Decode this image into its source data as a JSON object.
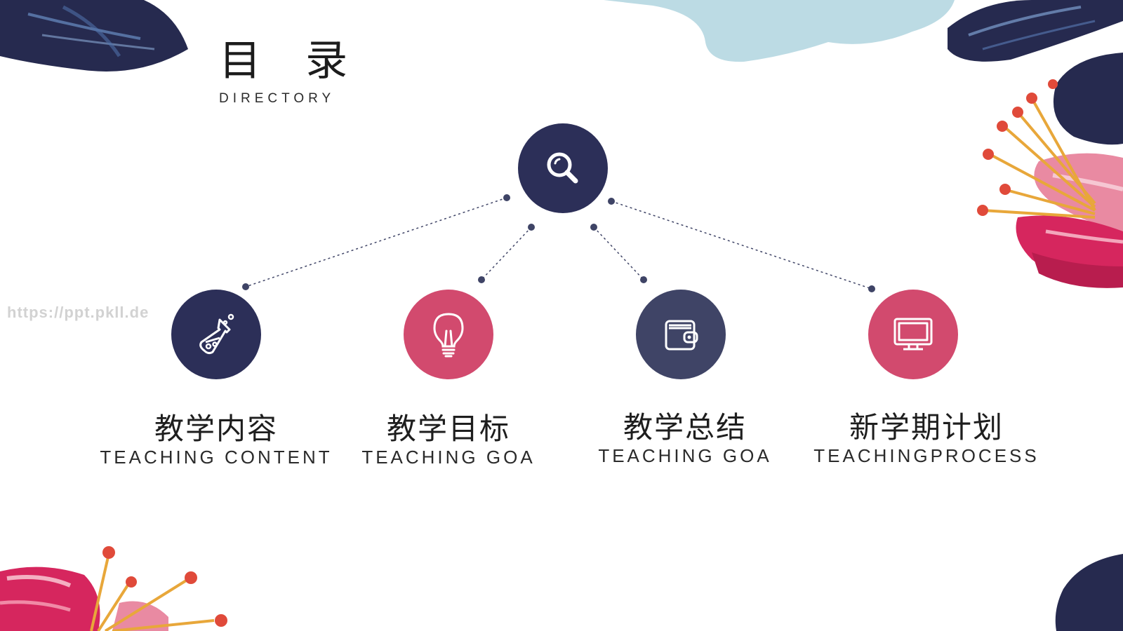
{
  "title": {
    "cn": "目 录",
    "en": "DIRECTORY"
  },
  "watermark": "https://ppt.pkll.de",
  "hub": {
    "icon": "search-icon"
  },
  "items": [
    {
      "cn": "教学内容",
      "en": "TEACHING CONTENT",
      "icon": "flask-icon",
      "color": "#2c2f58"
    },
    {
      "cn": "教学目标",
      "en": "TEACHING GOA",
      "icon": "lightbulb-icon",
      "color": "#d24a6e"
    },
    {
      "cn": "教学总结",
      "en": "TEACHING GOA",
      "icon": "wallet-icon",
      "color": "#3f4466"
    },
    {
      "cn": "新学期计划",
      "en": "TEACHINGPROCESS",
      "icon": "monitor-icon",
      "color": "#d24a6e"
    }
  ],
  "colors": {
    "navy": "#2c2f58",
    "pink": "#d24a6e",
    "slate": "#3f4466",
    "light_blue": "#bcdbe4"
  }
}
